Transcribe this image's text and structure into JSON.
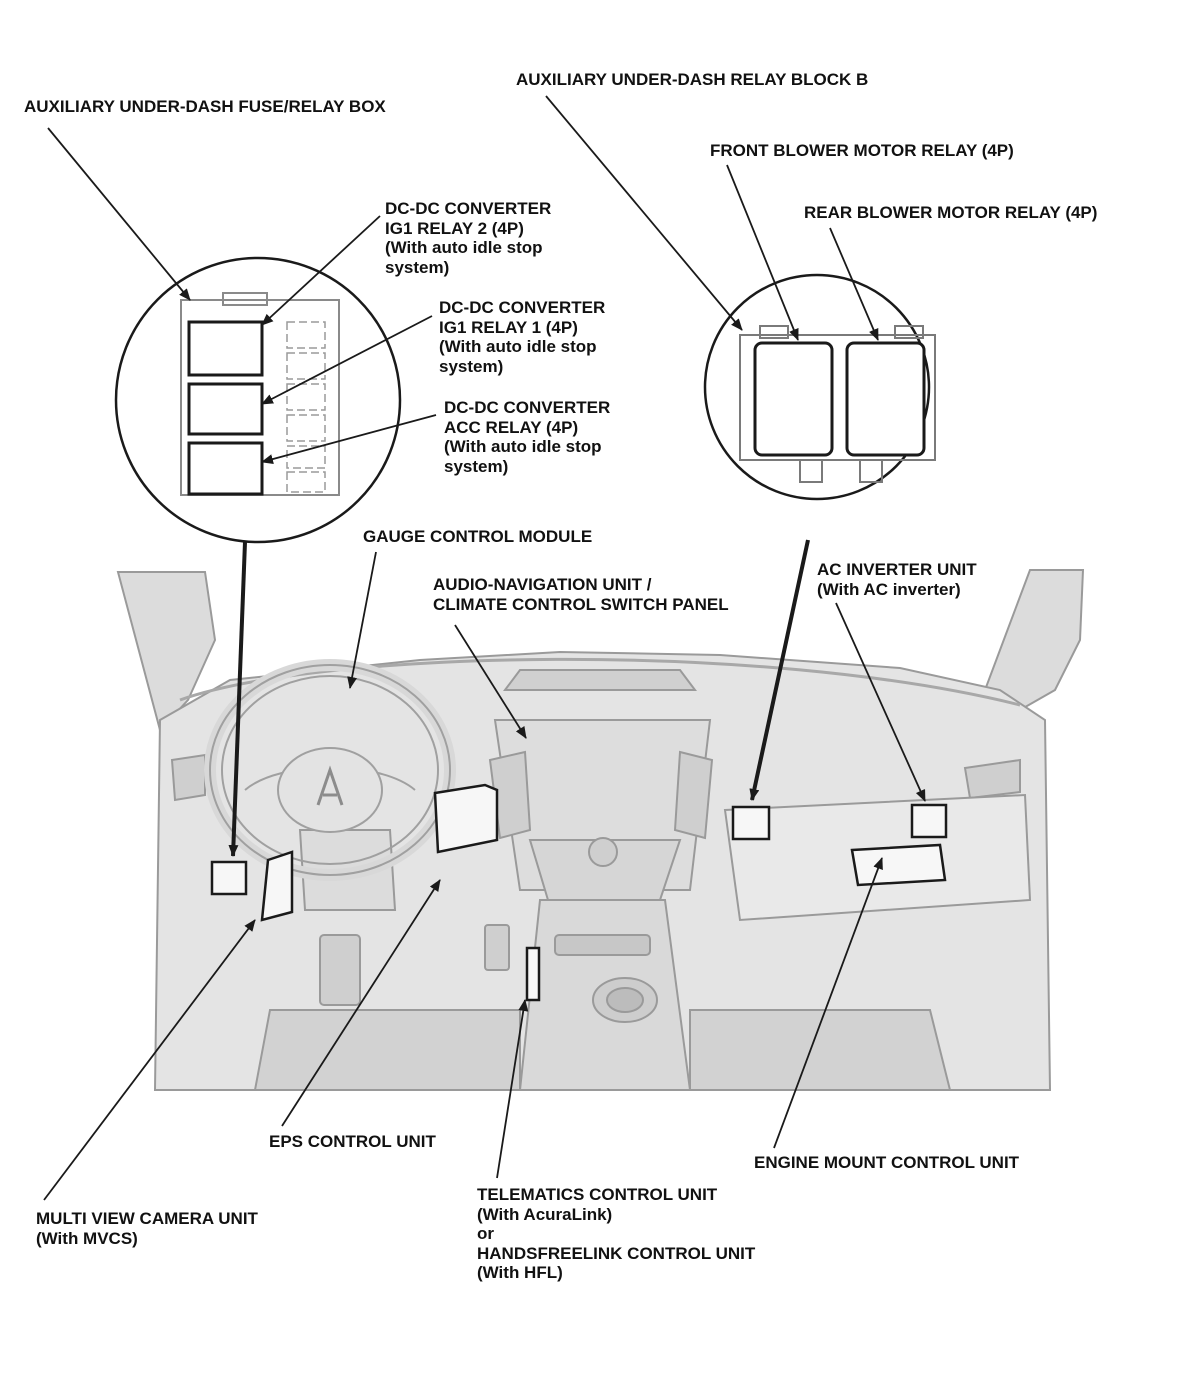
{
  "labels": {
    "aux_fuse_relay_box": "AUXILIARY UNDER-DASH FUSE/RELAY BOX",
    "relay_block_b": "AUXILIARY UNDER-DASH RELAY BLOCK B",
    "front_blower": "FRONT BLOWER MOTOR RELAY (4P)",
    "rear_blower": "REAR BLOWER MOTOR RELAY (4P)",
    "ig1_relay2": [
      "DC-DC CONVERTER",
      "IG1 RELAY 2 (4P)",
      "(With auto idle stop",
      "system)"
    ],
    "ig1_relay1": [
      "DC-DC CONVERTER",
      "IG1 RELAY 1 (4P)",
      "(With auto idle stop",
      "system)"
    ],
    "acc_relay": [
      "DC-DC CONVERTER",
      "ACC RELAY (4P)",
      "(With auto idle stop",
      "system)"
    ],
    "gauge_module": "GAUGE CONTROL MODULE",
    "audio_nav": [
      "AUDIO-NAVIGATION UNIT /",
      "CLIMATE CONTROL SWITCH PANEL"
    ],
    "ac_inverter": [
      "AC INVERTER UNIT",
      "(With AC inverter)"
    ],
    "eps_unit": "EPS CONTROL UNIT",
    "engine_mount": "ENGINE MOUNT CONTROL UNIT",
    "multi_view": [
      "MULTI VIEW CAMERA UNIT",
      "(With MVCS)"
    ],
    "telematics": [
      "TELEMATICS CONTROL UNIT",
      "(With AcuraLink)",
      "or",
      "HANDSFREELINK CONTROL UNIT",
      "(With HFL)"
    ]
  },
  "colors": {
    "ink": "#111111",
    "line": "#1a1a1a",
    "dash_fill": "#e6e6e6",
    "dash_stroke": "#9a9a9a",
    "component_fill": "#f7f7f7"
  }
}
